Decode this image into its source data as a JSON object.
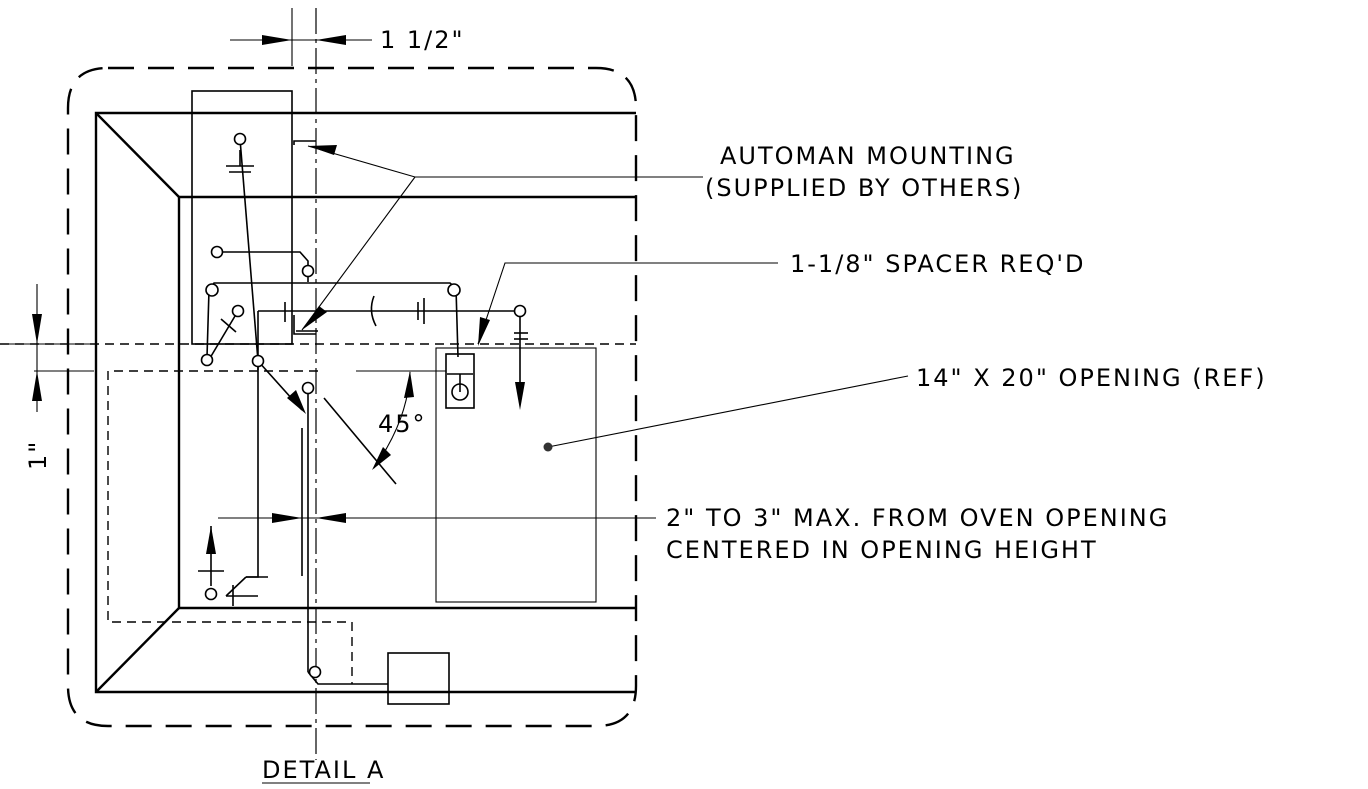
{
  "labels": {
    "dim_top": "1 1/2\"",
    "automan_line1": "AUTOMAN MOUNTING",
    "automan_line2": "(SUPPLIED BY OTHERS)",
    "spacer": "1-1/8\" SPACER REQ'D",
    "opening": "14\" X 20\" OPENING (REF)",
    "offset_line1": "2\" TO 3\" MAX. FROM OVEN OPENING",
    "offset_line2": "CENTERED IN OPENING HEIGHT",
    "angle": "45°",
    "dim_left": "1\"",
    "title": "DETAIL A"
  }
}
